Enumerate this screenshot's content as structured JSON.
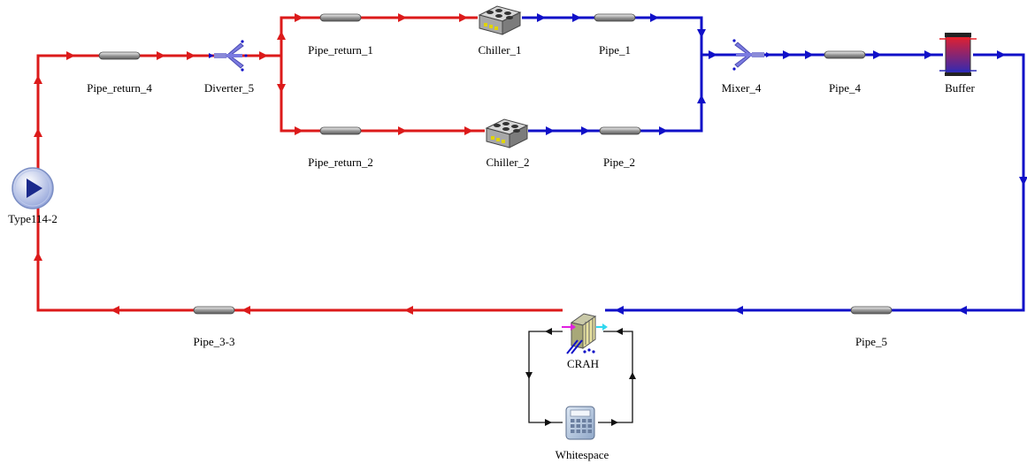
{
  "colors": {
    "supply": "#1010c8",
    "return": "#dc1a1a",
    "control": "#111111"
  },
  "components": {
    "pump": "Type114-2",
    "pipe_return_4": "Pipe_return_4",
    "diverter": "Diverter_5",
    "pipe_return_1": "Pipe_return_1",
    "chiller_1": "Chiller_1",
    "pipe_1": "Pipe_1",
    "pipe_return_2": "Pipe_return_2",
    "chiller_2": "Chiller_2",
    "pipe_2": "Pipe_2",
    "mixer": "Mixer_4",
    "pipe_4": "Pipe_4",
    "buffer": "Buffer",
    "pipe_5": "Pipe_5",
    "crah": "CRAH",
    "pipe_3_3": "Pipe_3-3",
    "whitespace": "Whitespace"
  }
}
